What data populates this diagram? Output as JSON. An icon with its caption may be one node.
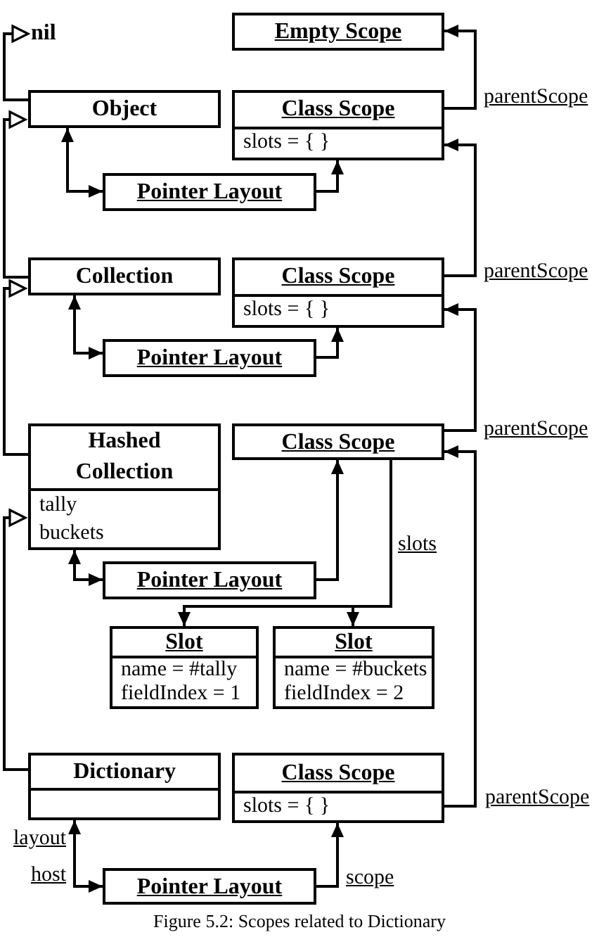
{
  "diagram": {
    "caption": "Figure 5.2: Scopes related to Dictionary",
    "nodes": [
      {
        "text": [
          "nil"
        ]
      },
      {
        "text": [
          "Empty Scope"
        ]
      },
      {
        "text": [
          "Object"
        ]
      },
      {
        "text": [
          "Class Scope",
          "slots = { }"
        ]
      },
      {
        "text": [
          "Pointer Layout"
        ]
      },
      {
        "text": [
          "Collection"
        ]
      },
      {
        "text": [
          "Class Scope",
          "slots = { }"
        ]
      },
      {
        "text": [
          "Pointer Layout"
        ]
      },
      {
        "text": [
          "Hashed Collection",
          "tally",
          "buckets"
        ]
      },
      {
        "text": [
          "Class Scope"
        ]
      },
      {
        "text": [
          "Pointer Layout"
        ]
      },
      {
        "text": [
          "Slot",
          "name = #tally",
          "fieldIndex = 1"
        ]
      },
      {
        "text": [
          "Slot",
          "name = #buckets",
          "fieldIndex = 2"
        ]
      },
      {
        "text": [
          "Dictionary"
        ]
      },
      {
        "text": [
          "Class Scope",
          "slots = { }"
        ]
      },
      {
        "text": [
          "Pointer Layout"
        ]
      }
    ],
    "edges": [
      {
        "from": 2,
        "to": 0,
        "arrow": "to"
      },
      {
        "from": 3,
        "to": 1,
        "arrow": "to",
        "label": "parentScope"
      },
      {
        "from": 2,
        "to": 4,
        "arrow": "both"
      },
      {
        "from": 4,
        "to": 3,
        "arrow": "to"
      },
      {
        "from": 5,
        "to": 2,
        "arrow": "to"
      },
      {
        "from": 6,
        "to": 3,
        "arrow": "to",
        "label": "parentScope"
      },
      {
        "from": 5,
        "to": 7,
        "arrow": "both"
      },
      {
        "from": 7,
        "to": 6,
        "arrow": "to"
      },
      {
        "from": 8,
        "to": 5,
        "arrow": "to"
      },
      {
        "from": 9,
        "to": 6,
        "arrow": "to",
        "label": "parentScope"
      },
      {
        "from": 8,
        "to": 10,
        "arrow": "both"
      },
      {
        "from": 10,
        "to": 9,
        "arrow": "to"
      },
      {
        "from": 9,
        "to": 11,
        "arrow": "to",
        "label": "slots"
      },
      {
        "from": 9,
        "to": 12,
        "arrow": "to"
      },
      {
        "from": 13,
        "to": 8,
        "arrow": "to"
      },
      {
        "from": 14,
        "to": 9,
        "arrow": "to",
        "label": "parentScope"
      },
      {
        "from": 13,
        "to": 15,
        "arrow": "both",
        "label": "layout"
      },
      {
        "from": 15,
        "to": 14,
        "arrow": "to",
        "label": "scope"
      }
    ],
    "labels": [
      "host"
    ]
  }
}
